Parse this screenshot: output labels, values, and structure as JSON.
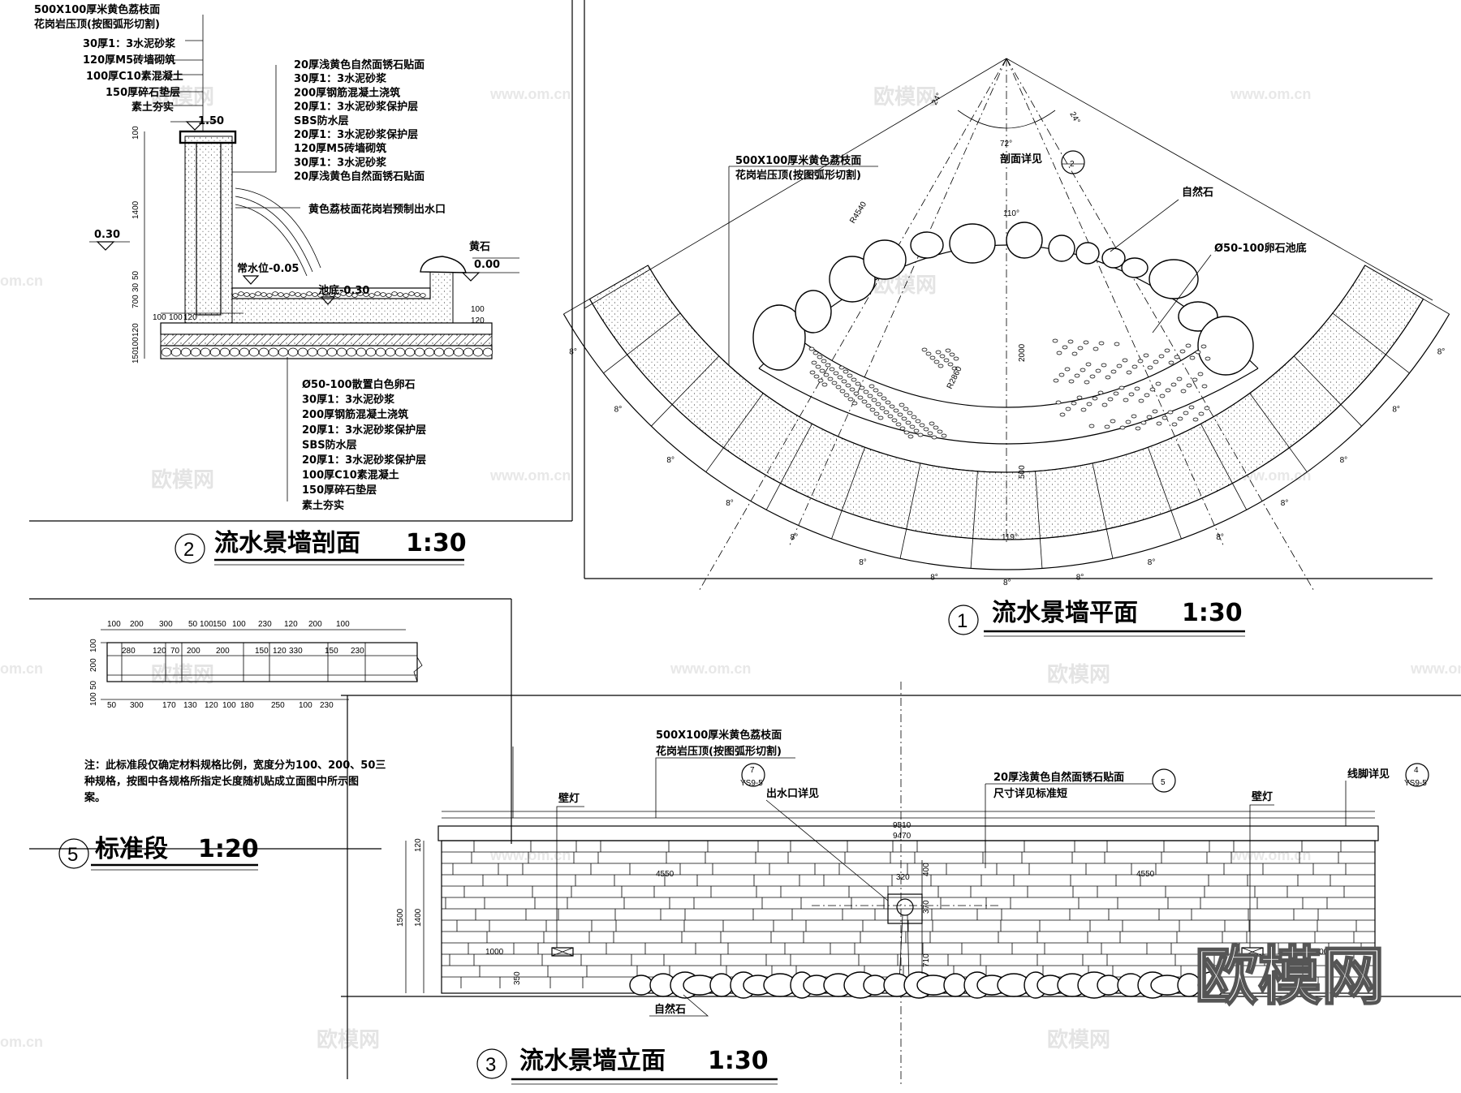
{
  "watermarks": {
    "text": "欧模网",
    "url": "www.om.cn",
    "url_short": "om.cn",
    "corner_mark": "欧模网"
  },
  "section": {
    "number": "2",
    "title": "流水景墙剖面",
    "scale": "1:30",
    "top_labels": [
      "500X100厚米黄色荔枝面",
      "花岗岩压顶(按图弧形切割)",
      "30厚1：3水泥砂浆",
      "120厚M5砖墙砌筑",
      "100厚C10素混凝土",
      "150厚碎石垫层",
      "素土夯实"
    ],
    "wall_labels": [
      "20厚浅黄色自然面锈石贴面",
      "30厚1：3水泥砂浆",
      "200厚钢筋混凝土浇筑",
      "20厚1：3水泥砂浆保护层",
      "SBS防水层",
      "20厚1：3水泥砂浆保护层",
      "120厚M5砖墙砌筑",
      "30厚1：3水泥砂浆",
      "20厚浅黄色自然面锈石贴面"
    ],
    "outlet_label": "黄色荔枝面花岗岩预制出水口",
    "rock_label": "黄石",
    "bottom_labels": [
      "Ø50-100散置白色卵石",
      "30厚1：3水泥砂浆",
      "200厚钢筋混凝土浇筑",
      "20厚1：3水泥砂浆保护层",
      "SBS防水层",
      "20厚1：3水泥砂浆保护层",
      "100厚C10素混凝土",
      "150厚碎石垫层",
      "素土夯实"
    ],
    "levels": {
      "top": "1.50",
      "left": "0.30",
      "water": "常水位-0.05",
      "ground": "0.00",
      "pool_bottom": "池底-0.30"
    },
    "dims_left": [
      "100",
      "1400",
      "50",
      "30",
      "700",
      "120",
      "100",
      "150"
    ],
    "dims_bottom": [
      "100",
      "100",
      "120",
      "100",
      "120"
    ]
  },
  "plan": {
    "number": "1",
    "title": "流水景墙平面",
    "scale": "1:30",
    "coping_line1": "500X100厚米黄色荔枝面",
    "coping_line2": "花岗岩压顶(按图弧形切割)",
    "section_ref": "剖面详见",
    "section_ref_num": "2",
    "natural_stone": "自然石",
    "pebble_bottom": "Ø50-100卵石池底",
    "angles": {
      "left": "24°",
      "right": "24°",
      "mid": "72°",
      "top": "110°",
      "bottom": "119°",
      "seg": "8°"
    },
    "radius_outer": "R4540",
    "radius_inner": "R2860",
    "dims": {
      "d2000": "2000",
      "d500": "500"
    }
  },
  "standard": {
    "number": "5",
    "title": "标准段",
    "scale": "1:20",
    "note_lines": [
      "注：此标准段仅确定材料规格比例，宽度分为100、200、50三",
      "种规格，按图中各规格所指定长度随机贴成立面图中所示图",
      "案。"
    ],
    "row1": [
      "100",
      "200",
      "300",
      "50",
      "100",
      "150",
      "100",
      "230",
      "120",
      "200",
      "100"
    ],
    "row2": [
      "280",
      "120",
      "70",
      "200",
      "200",
      "150",
      "120",
      "330",
      "150",
      "230"
    ],
    "row3": [
      "50",
      "300",
      "170",
      "130",
      "120",
      "100",
      "180",
      "250",
      "100",
      "230"
    ],
    "side": [
      "100",
      "200",
      "50",
      "100"
    ]
  },
  "elevation": {
    "number": "3",
    "title": "流水景墙立面",
    "scale": "1:30",
    "coping_line1": "500X100厚米黄色荔枝面",
    "coping_line2": "花岗岩压顶(按图弧形切割)",
    "lamp": "壁灯",
    "outlet_ref": "出水口详见",
    "outlet_ref_num": "7",
    "outlet_ref_sheet": "YS9-5",
    "cladding_line1": "20厚浅黄色自然面锈石贴面",
    "cladding_line2": "尺寸详见标准短",
    "cladding_ref_num": "5",
    "plinth_ref": "线脚详见",
    "plinth_ref_num": "4",
    "plinth_ref_sheet": "YS9-5",
    "natural_stone": "自然石",
    "dims": {
      "total": "9510",
      "inner": "9470",
      "left": "4550",
      "right": "4550",
      "outlet_w": "320",
      "h400": "400",
      "h370": "370",
      "h710": "710",
      "h1500": "1500",
      "h1400": "1400",
      "h120": "120",
      "lamp_left": "1000",
      "lamp_right": "1000",
      "h350": "350"
    }
  }
}
